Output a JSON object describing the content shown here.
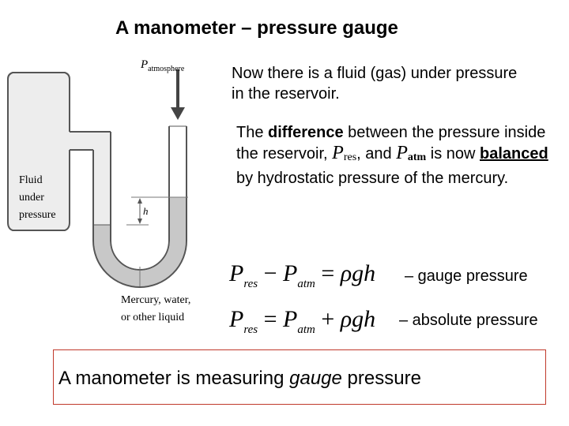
{
  "title": "A manometer – pressure gauge",
  "diagram": {
    "p_symbol": "P",
    "p_subscript": "atmosphere",
    "fluid_label": [
      "Fluid",
      "under",
      "pressure"
    ],
    "h_label": "h",
    "liquid_label": [
      "Mercury, water,",
      "or other liquid"
    ]
  },
  "intro_text": "Now there is a fluid (gas) under pressure in the reservoir.",
  "explain": {
    "part1": "The ",
    "difference": "difference",
    "part2": " between the pressure inside the reservoir, ",
    "p_res_sym": "P",
    "p_res_sub": "res",
    "part3": ", and ",
    "p_atm_sym": "P",
    "p_atm_sub": "atm",
    "part4": " is now ",
    "balanced": "balanced",
    "part5": " by hydrostatic pressure of the mercury."
  },
  "equations": {
    "gauge": {
      "lhs1": "P",
      "lhs1_sub": "res",
      "op1": " − ",
      "lhs2": "P",
      "lhs2_sub": "atm",
      "eq": " = ",
      "rhs": "ρgh",
      "label": "– gauge pressure"
    },
    "absolute": {
      "lhs": "P",
      "lhs_sub": "res",
      "eq": " = ",
      "rhs1": "P",
      "rhs1_sub": "atm",
      "op": " + ",
      "rhs2": "ρgh",
      "label": "– absolute pressure"
    }
  },
  "conclusion": {
    "part1": "A manometer is measuring ",
    "italic": "gauge",
    "part2": " pressure"
  }
}
